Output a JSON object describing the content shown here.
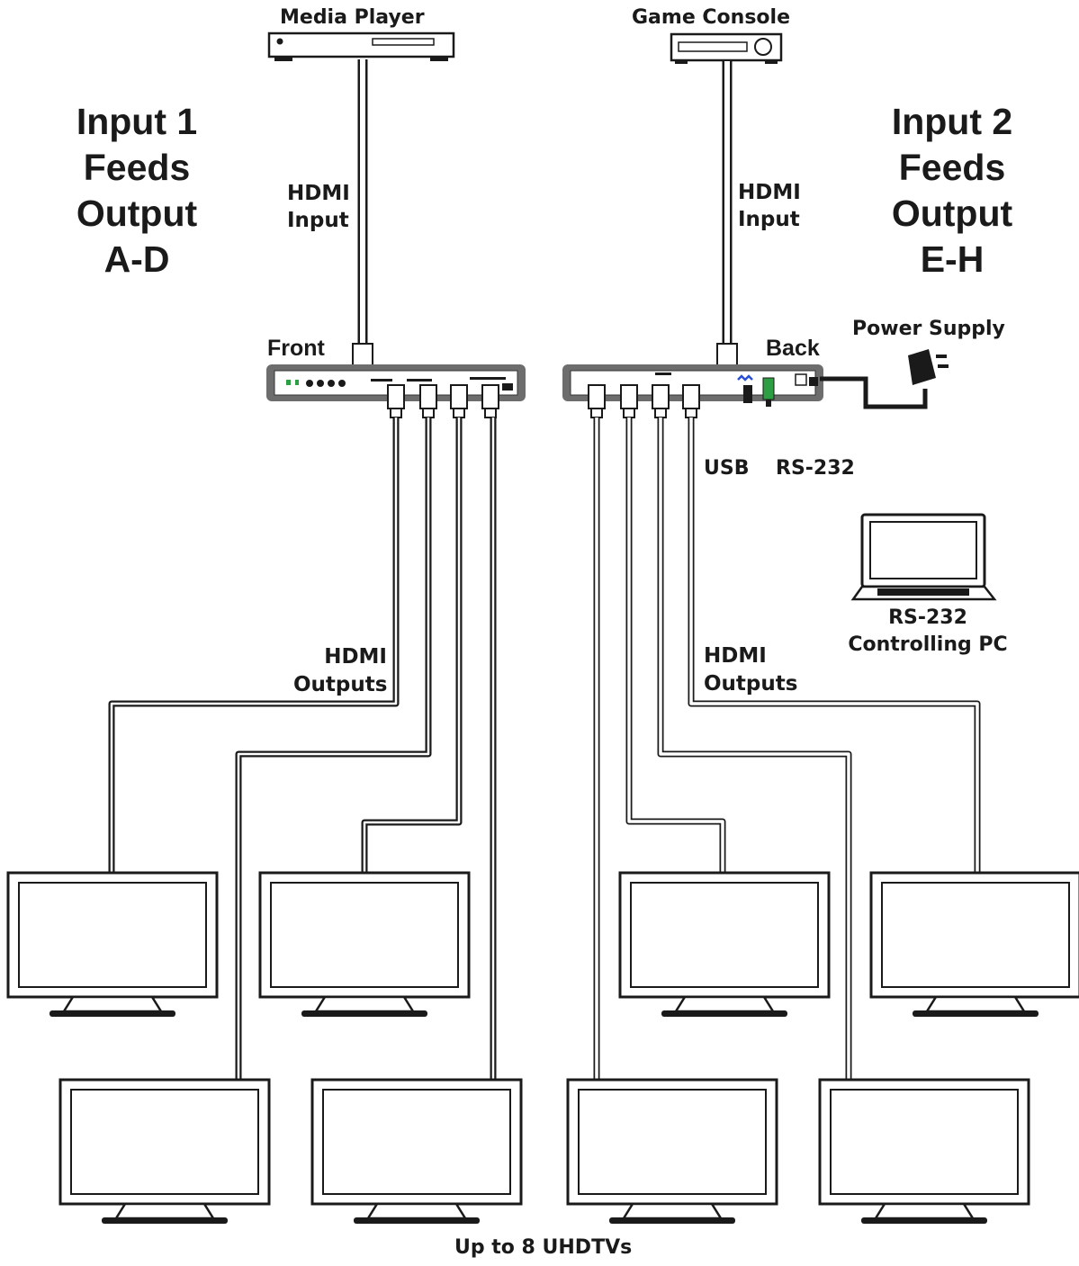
{
  "sources": {
    "media_player": "Media Player",
    "game_console": "Game Console"
  },
  "heading_left": [
    "Input 1",
    "Feeds",
    "Output",
    "A-D"
  ],
  "heading_right": [
    "Input 2",
    "Feeds",
    "Output",
    "E-H"
  ],
  "cables": {
    "hdmi_input_left": [
      "HDMI",
      "Input"
    ],
    "hdmi_input_right": [
      "HDMI",
      "Input"
    ],
    "hdmi_outputs_left": [
      "HDMI",
      "Outputs"
    ],
    "hdmi_outputs_right": [
      "HDMI",
      "Outputs"
    ]
  },
  "device": {
    "front_label": "Front",
    "back_label": "Back"
  },
  "power_supply": "Power Supply",
  "ports": {
    "usb": "USB",
    "rs232": "RS-232"
  },
  "pc_label": [
    "RS-232",
    "Controlling PC"
  ],
  "footer": "Up to 8 UHDTVs",
  "colors": {
    "line": "#1a1a1a",
    "panel": "#707070",
    "accent_blue": "#2a4fd6",
    "accent_green": "#2e9e44"
  }
}
